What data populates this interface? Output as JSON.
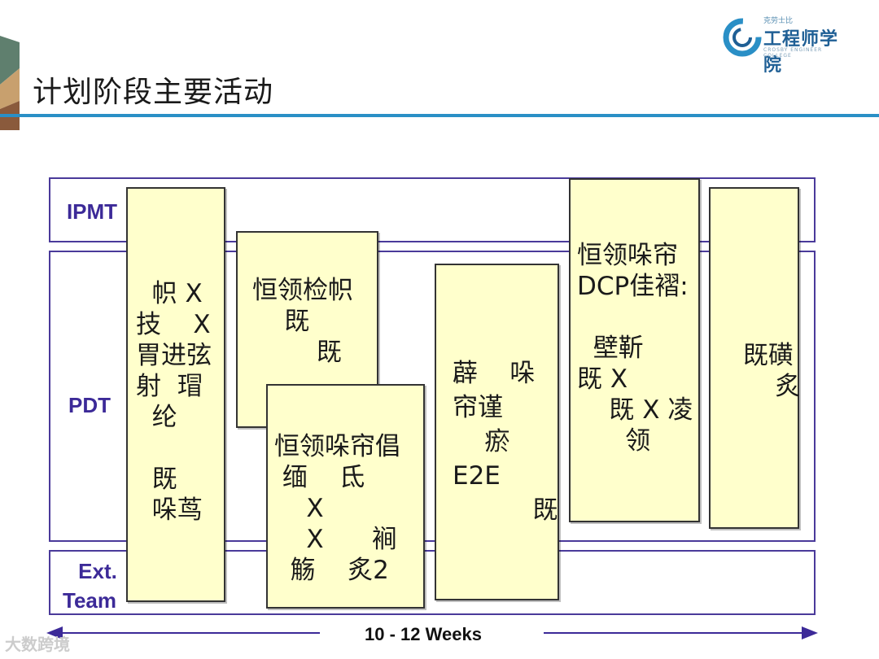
{
  "slide": {
    "title": "计划阶段主要活动"
  },
  "logo": {
    "small_text": "克劳士比",
    "main_text": "工程师学院",
    "en_text": "CROSBY ENGINEER COLLEGE"
  },
  "bands": {
    "ipmt": "IPMT",
    "pdt": "PDT",
    "ext_line1": "Ext.",
    "ext_line2": "Team"
  },
  "boxes": {
    "box1": [
      "  帜 X",
      "技    X",
      "胃进弦",
      "射  瑁",
      "  纶",
      "",
      "  既",
      "  哚茑"
    ],
    "box2": [
      "恒领检帜",
      "    既",
      "        既"
    ],
    "box3": [
      "恒领哚帘倡",
      " 缅    氐",
      "    X",
      "    X      裥",
      "  觞    炙2"
    ],
    "box4": [
      "薜    哚",
      "帘谨",
      "    瘀",
      "E2E",
      "          既"
    ],
    "box5": [
      "恒领哚帘",
      "DCP佳褶:",
      "",
      "  壁靳",
      "既 X",
      "    既 X 凌",
      "      领"
    ],
    "box6": [
      "既磺",
      "    炙"
    ]
  },
  "timeline": {
    "label": "10 - 12 Weeks"
  },
  "watermark": {
    "text": "大数跨境"
  },
  "colors": {
    "title_rule": "#2a8fc6",
    "band_border": "#4a3a9a",
    "band_label": "#3c2a98",
    "box_fill": "#ffffcc",
    "arrow": "#3c2a98"
  }
}
